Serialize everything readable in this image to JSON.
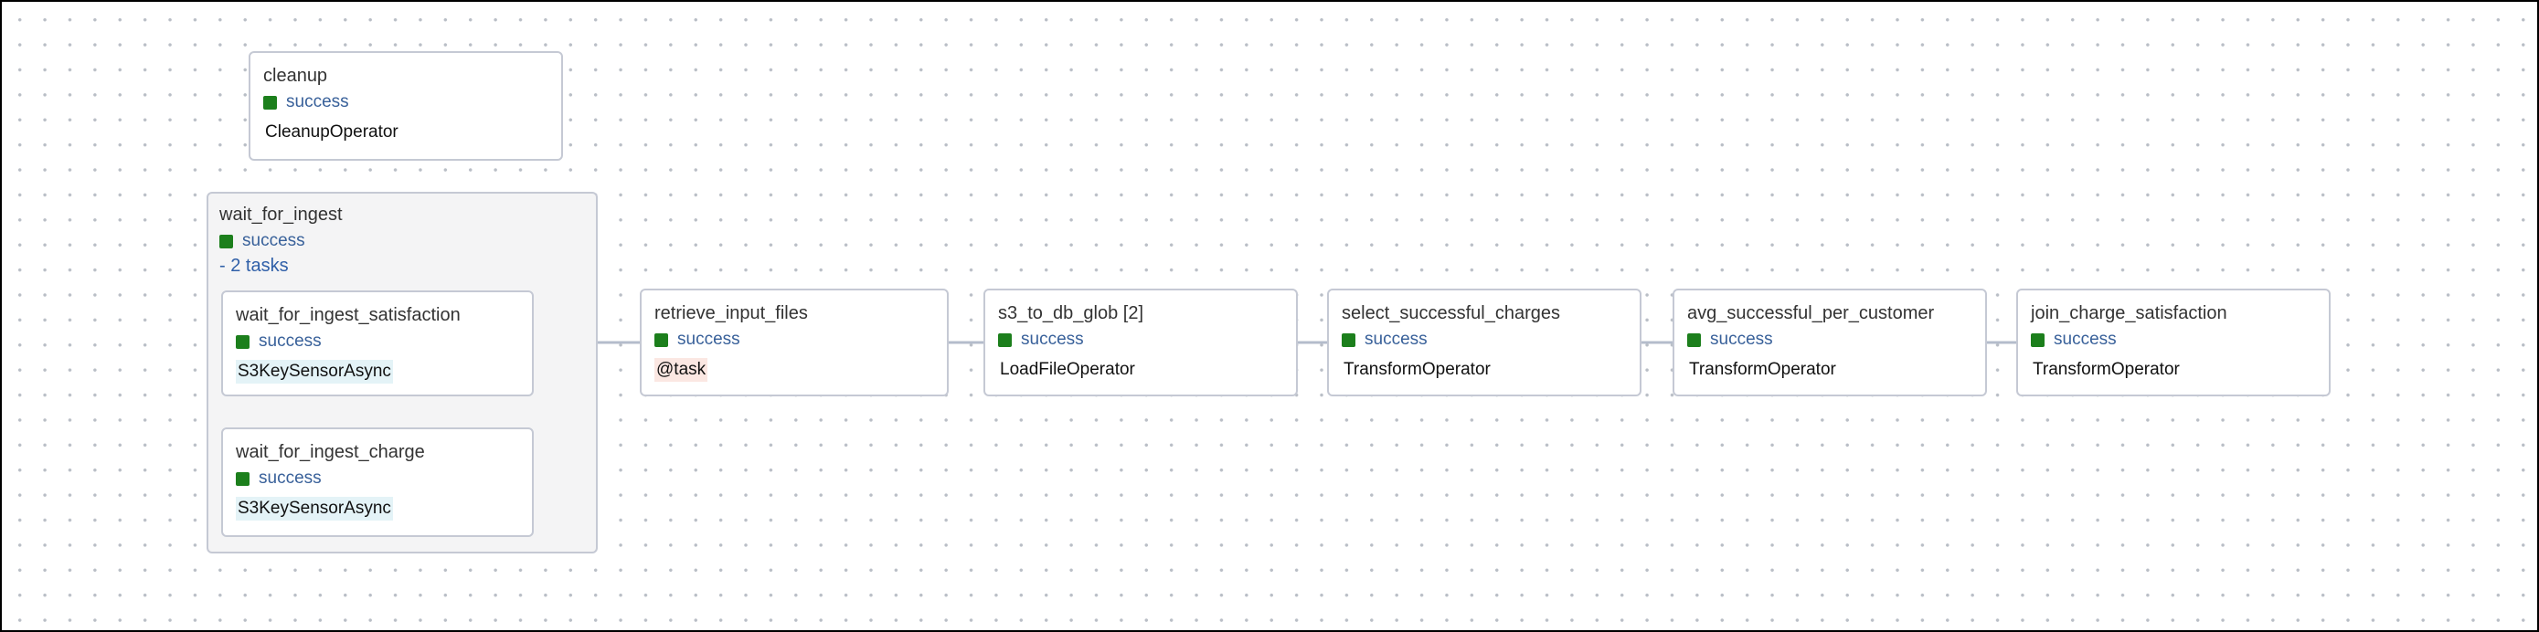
{
  "nodes": {
    "cleanup": {
      "title": "cleanup",
      "status": "success",
      "operator": "CleanupOperator"
    },
    "wait_for_ingest_satisfaction": {
      "title": "wait_for_ingest_satisfaction",
      "status": "success",
      "operator": "S3KeySensorAsync"
    },
    "wait_for_ingest_charge": {
      "title": "wait_for_ingest_charge",
      "status": "success",
      "operator": "S3KeySensorAsync"
    },
    "retrieve_input_files": {
      "title": "retrieve_input_files",
      "status": "success",
      "operator": "@task"
    },
    "s3_to_db_glob": {
      "title": "s3_to_db_glob [2]",
      "status": "success",
      "operator": "LoadFileOperator"
    },
    "select_successful_charges": {
      "title": "select_successful_charges",
      "status": "success",
      "operator": "TransformOperator"
    },
    "avg_successful_per_customer": {
      "title": "avg_successful_per_customer",
      "status": "success",
      "operator": "TransformOperator"
    },
    "join_charge_satisfaction": {
      "title": "join_charge_satisfaction",
      "status": "success",
      "operator": "TransformOperator"
    }
  },
  "group": {
    "title": "wait_for_ingest",
    "status": "success",
    "tasks_label": "- 2 tasks"
  },
  "colors": {
    "success": "#1c7f1c",
    "status_text": "#39619a",
    "edge": "#b4bccb",
    "sensor_bg": "#e4f3f7",
    "task_bg": "#fbe7e2"
  }
}
